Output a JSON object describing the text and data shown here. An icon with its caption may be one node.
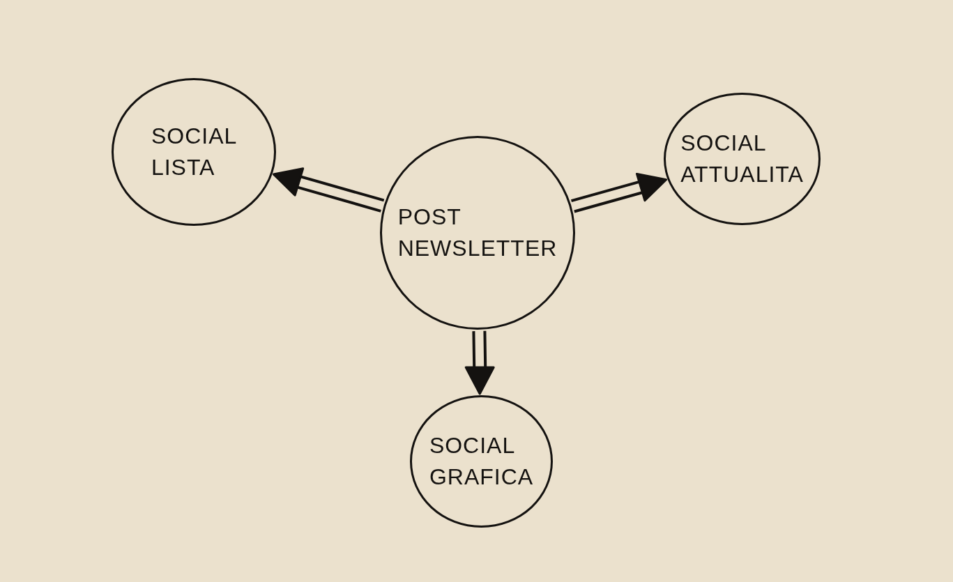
{
  "diagram": {
    "nodes": [
      {
        "text": [
          "SOCIAL LISTA"
        ]
      },
      {
        "text": [
          "POST NEWSLETTER"
        ]
      },
      {
        "text": [
          "SOCIAL ATTUALITA"
        ]
      },
      {
        "text": [
          "SOCIAL GRAFICA"
        ]
      }
    ],
    "edges": [
      {
        "from": 1,
        "to": 0,
        "arrow": "to"
      },
      {
        "from": 1,
        "to": 2,
        "arrow": "to"
      },
      {
        "from": 1,
        "to": 3,
        "arrow": "to"
      }
    ]
  }
}
